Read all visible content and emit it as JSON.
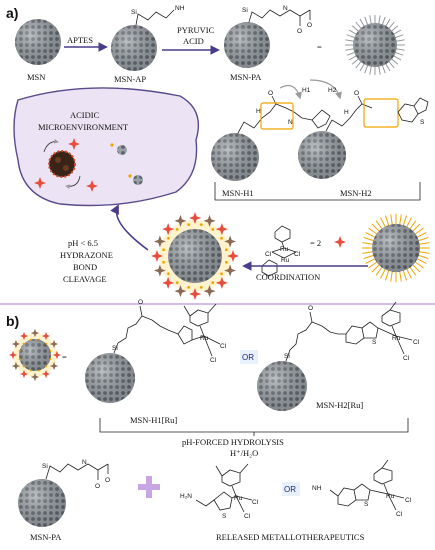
{
  "panel_a": {
    "label": "a)",
    "msn": "MSN",
    "msn_ap": "MSN-AP",
    "msn_pa": "MSN-PA",
    "aptes": "APTES",
    "pyruvic_1": "PYRUVIC",
    "pyruvic_2": "ACID",
    "h1": "H1",
    "h2": "H2",
    "msn_h1": "MSN-H1",
    "msn_h2": "MSN-H2",
    "acidic_1": "ACIDIC",
    "acidic_2": "MICROENVIRONMENT",
    "ph_1": "pH < 6.5",
    "ph_2": "HYDRAZONE",
    "ph_3": "BOND",
    "ph_4": "CLEAVAGE",
    "coordination": "COORDINATION",
    "equals_two": "= 2",
    "chem_si": "Si",
    "chem_nh2": "NH",
    "chem_h": "H",
    "chem_n": "N",
    "chem_o": "O",
    "chem_ru": "Ru",
    "chem_cl": "Cl",
    "chem_s": "S"
  },
  "panel_b": {
    "label": "b)",
    "msn_h1_ru": "MSN-H1[Ru]",
    "msn_h2_ru": "MSN-H2[Ru]",
    "or": "OR",
    "hydrolysis": "pH-FORCED HYDROLYSIS",
    "hydrolysis_cond": "H⁺/H₂O",
    "msn_pa": "MSN-PA",
    "h2n": "H₂N",
    "released": "RELEASED METALLOTHERAPEUTICS"
  },
  "colors": {
    "sphere": "#8f959b",
    "sphere_dot": "#5a6066",
    "arrow": "#4a3b8c",
    "highlight": "#f0a400",
    "cell": "#ece4f4",
    "cell_border": "#5a4a8a",
    "star_red": "#e84c3d",
    "star_brown": "#8a6a55",
    "plus": "#c8a6e6"
  }
}
